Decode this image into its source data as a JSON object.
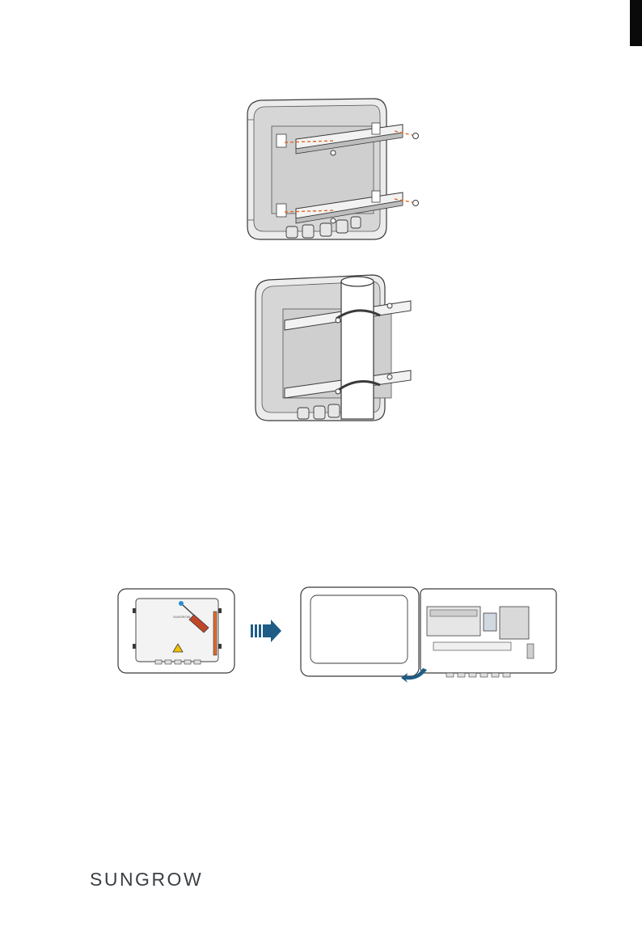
{
  "page": {
    "brand_logo_text": "SUNGROW",
    "figure3_device_label": "SUNGROW",
    "colors": {
      "accent_blue": "#1f5c86",
      "accent_orange": "#e06a2a",
      "line_dark": "#3a3a3a",
      "fill_gray": "#d9d9d9",
      "warning_yellow": "#f2c200"
    },
    "icons": [
      "side-tab-marker",
      "right-arrow-icon",
      "rotate-arrow-icon",
      "warning-triangle-icon",
      "screwdriver-icon"
    ]
  }
}
